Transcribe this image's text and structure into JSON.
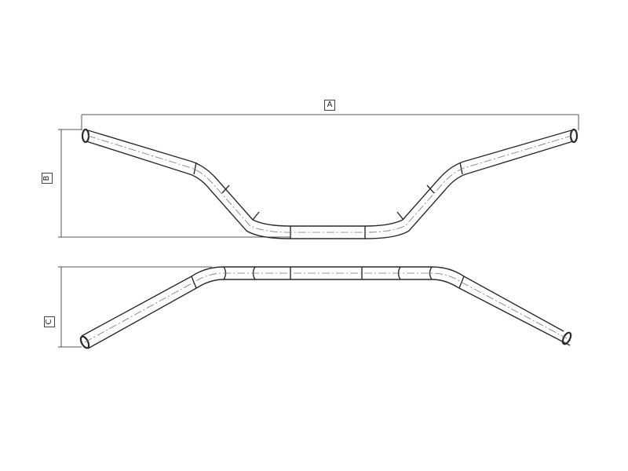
{
  "drawing": {
    "subject": "handlebar technical drawing",
    "views": [
      {
        "name": "front-view",
        "description": "bar with raised ends and lowered center"
      },
      {
        "name": "top-view",
        "description": "bar with swept-back ends"
      }
    ],
    "dimensions": {
      "A": "A",
      "B": "B",
      "C": "C"
    },
    "colors": {
      "line": "#2a2a2a",
      "dim_line": "#555555",
      "centerline": "#777777",
      "background": "#ffffff"
    }
  }
}
